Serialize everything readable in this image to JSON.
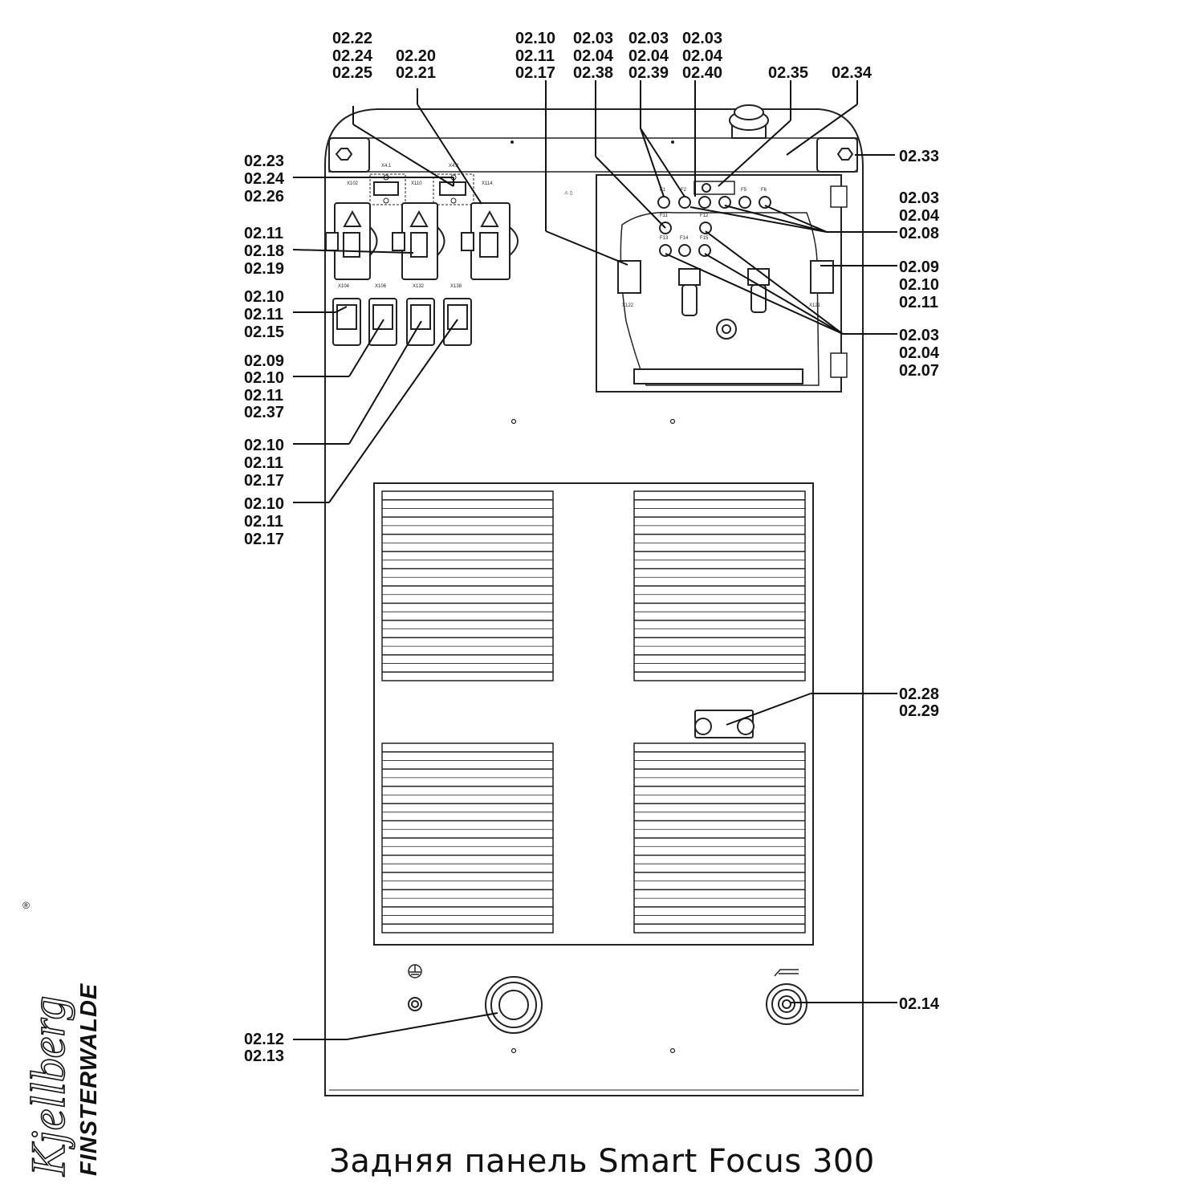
{
  "caption": "Задняя панель Smart Focus 300",
  "logo": {
    "brand": "Kjellberg",
    "sub": "FINSTERWALDE",
    "mark": "®"
  },
  "panel_labels": {
    "x102": "X102",
    "x110": "X110",
    "x114": "X114",
    "x41": "X4.1",
    "x42": "X4.2",
    "x104": "X104",
    "x106": "X106",
    "x132": "X132",
    "x138": "X138",
    "x122": "X122",
    "x121": "X121",
    "f1": "F1",
    "f2": "F2",
    "f5": "F5",
    "f6": "F6",
    "f11": "F11",
    "f12": "F12",
    "f13": "F13",
    "f14": "F14",
    "f15": "F15"
  },
  "callouts": {
    "top_a": [
      "02.22",
      "02.24",
      "02.25"
    ],
    "top_b": [
      "02.20",
      "02.21"
    ],
    "top_c": [
      "02.10",
      "02.11",
      "02.17"
    ],
    "top_d": [
      "02.03",
      "02.04",
      "02.38"
    ],
    "top_e": [
      "02.03",
      "02.04",
      "02.39"
    ],
    "top_f": [
      "02.03",
      "02.04",
      "02.40"
    ],
    "top_g": "02.35",
    "top_h": "02.34",
    "right_a": "02.33",
    "right_b": [
      "02.03",
      "02.04",
      "02.08"
    ],
    "right_c": [
      "02.09",
      "02.10",
      "02.11"
    ],
    "right_d": [
      "02.03",
      "02.04",
      "02.07"
    ],
    "right_e": [
      "02.28",
      "02.29"
    ],
    "right_f": "02.14",
    "left_a": [
      "02.23",
      "02.24",
      "02.26"
    ],
    "left_b": [
      "02.11",
      "02.18",
      "02.19"
    ],
    "left_c": [
      "02.10",
      "02.11",
      "02.15"
    ],
    "left_d": [
      "02.09",
      "02.10",
      "02.11",
      "02.37"
    ],
    "left_e": [
      "02.10",
      "02.11",
      "02.17"
    ],
    "left_f": [
      "02.10",
      "02.11",
      "02.17"
    ],
    "left_g": [
      "02.12",
      "02.13"
    ]
  }
}
